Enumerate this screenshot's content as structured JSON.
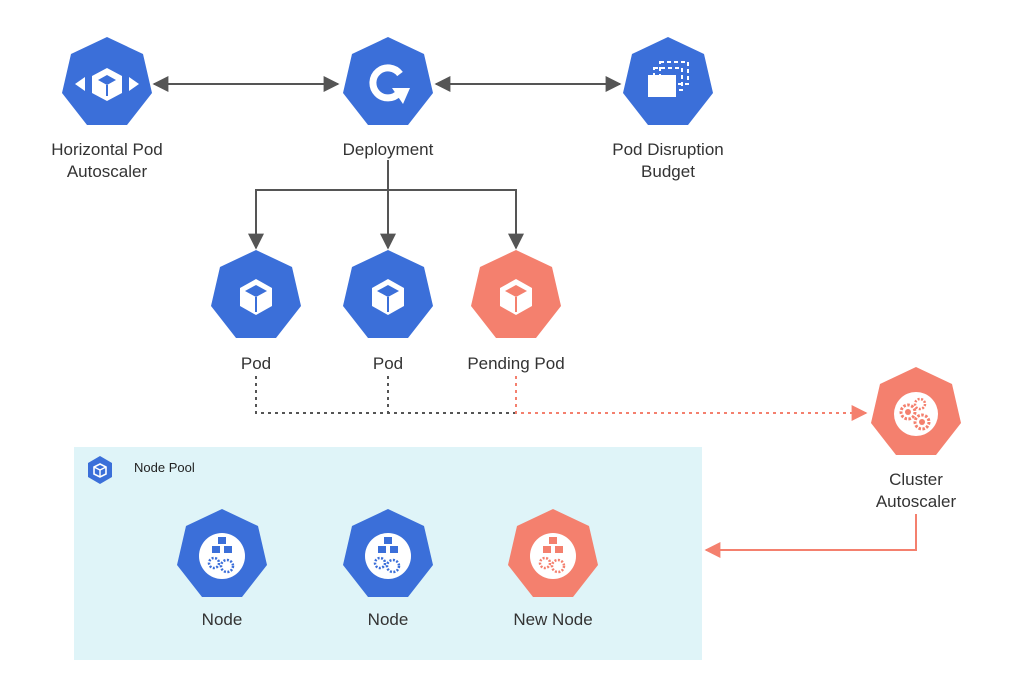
{
  "colors": {
    "primary": "#3b6fd9",
    "pending": "#f4806e",
    "connector": "#555555",
    "scale_connector": "#f4806e",
    "pool_background": "#dff4f8"
  },
  "nodes": {
    "hpa": {
      "line1": "Horizontal Pod",
      "line2": "Autoscaler",
      "icon": "horizontal-scale-icon"
    },
    "deployment": {
      "line1": "Deployment",
      "icon": "rotate-arrow-icon"
    },
    "pdb": {
      "line1": "Pod Disruption",
      "line2": "Budget",
      "icon": "stacked-pages-icon"
    },
    "pod1": {
      "line1": "Pod",
      "icon": "cube-icon"
    },
    "pod2": {
      "line1": "Pod",
      "icon": "cube-icon"
    },
    "pending_pod": {
      "line1": "Pending Pod",
      "icon": "cube-icon"
    },
    "cluster_autoscaler": {
      "line1": "Cluster",
      "line2": "Autoscaler",
      "icon": "gears-icon"
    },
    "node1": {
      "line1": "Node",
      "icon": "node-cubes-gear-icon"
    },
    "node2": {
      "line1": "Node",
      "icon": "node-cubes-gear-icon"
    },
    "new_node": {
      "line1": "New Node",
      "icon": "node-cubes-gear-icon"
    }
  },
  "node_pool": {
    "label": "Node Pool",
    "icon": "node-pool-icon"
  }
}
